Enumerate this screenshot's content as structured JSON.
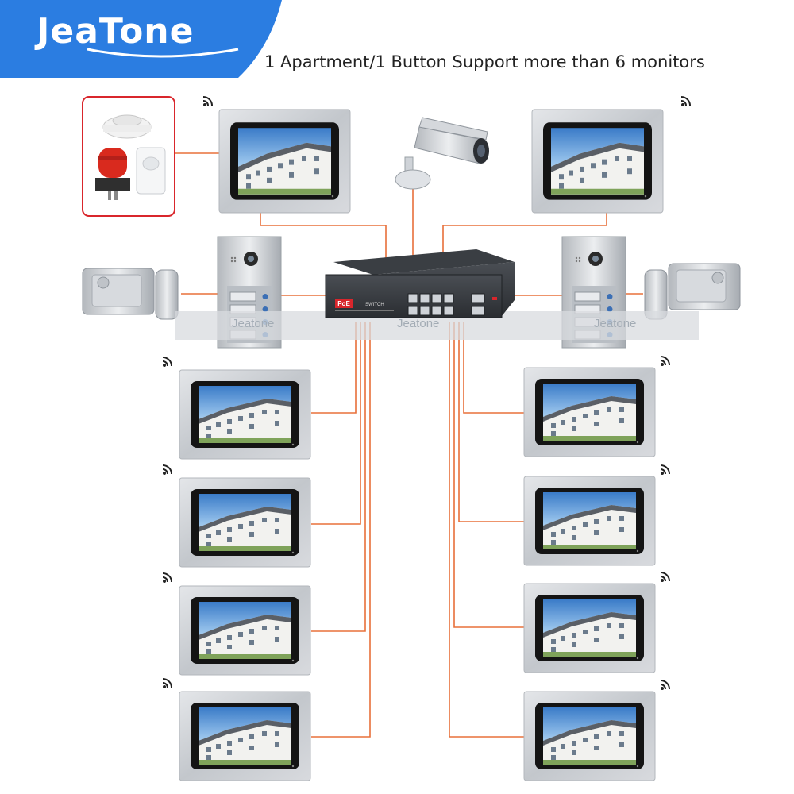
{
  "brand": {
    "logo_text": "JeaTone",
    "brand_color": "#2b7de1"
  },
  "headline": "1 Apartment/1 Button Support more than 6 monitors",
  "switch": {
    "badge": "PoE",
    "label": "SWITCH"
  },
  "watermarks": [
    "Jeatone",
    "Jeatone",
    "Jeatone"
  ],
  "colors": {
    "wire": "#e8703a",
    "alarm_frame": "#d9262c",
    "monitor_bezel": "#c9ccd0",
    "screen_frame": "#141414"
  },
  "devices": {
    "alarm_sensors": [
      "smoke-detector",
      "strobe-siren",
      "pir-motion-sensor"
    ],
    "camera": "bullet-camera",
    "locks": [
      "electric-lock-left",
      "electric-lock-right"
    ],
    "door_stations": [
      "door-station-left",
      "door-station-right"
    ],
    "door_station_buttons": 4,
    "monitor_count": 10,
    "wifi_monitors": 10
  }
}
